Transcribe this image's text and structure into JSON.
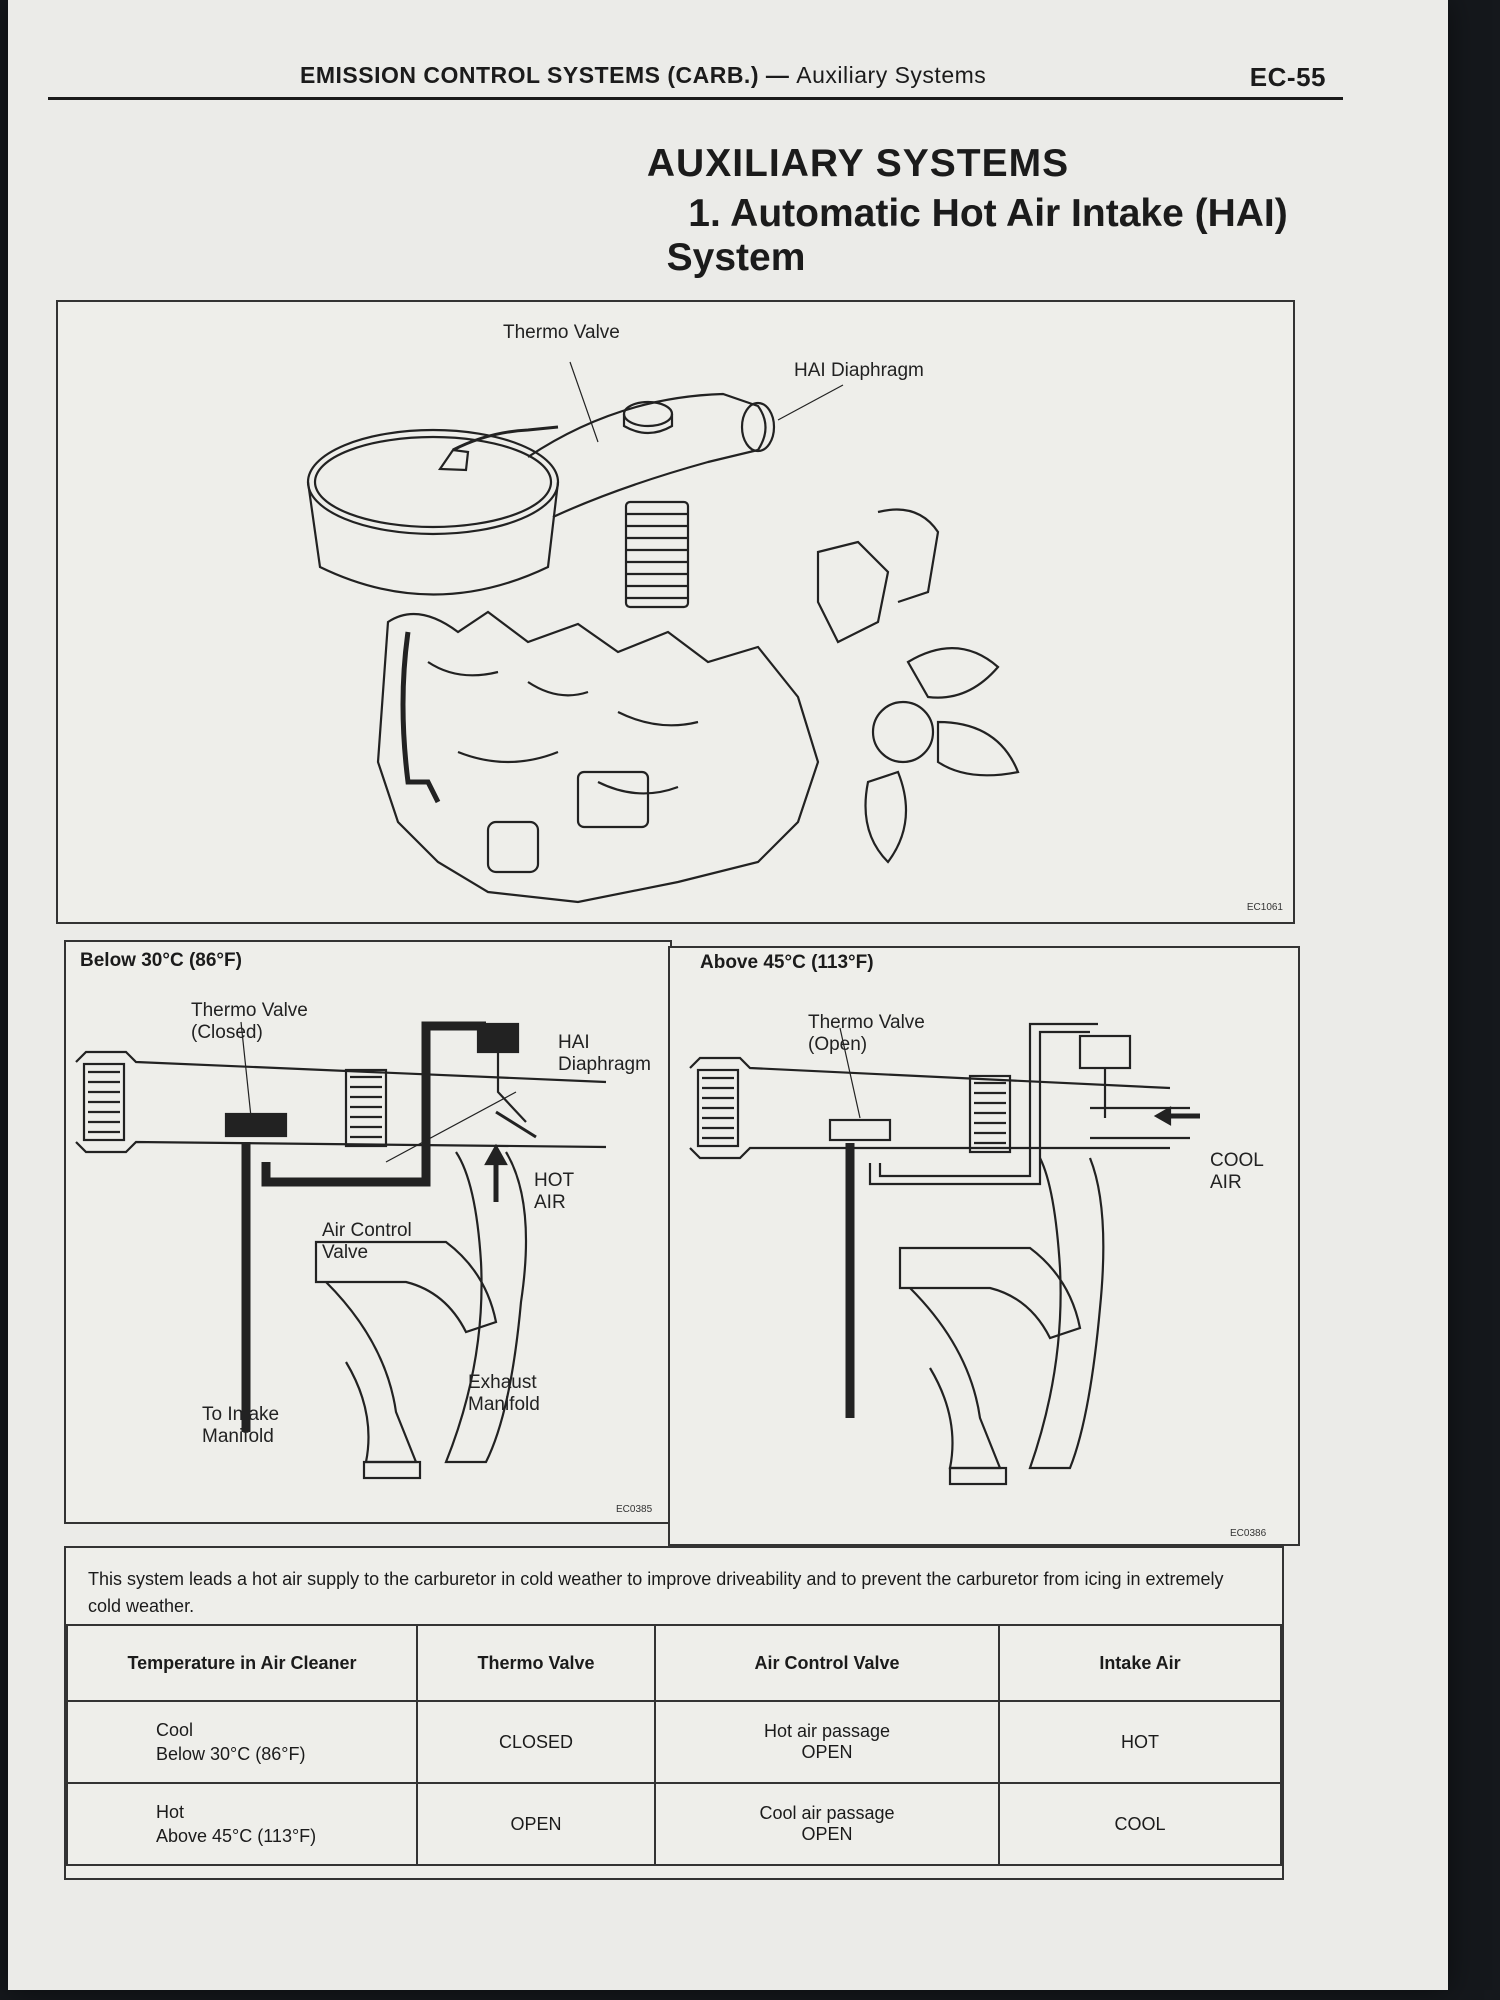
{
  "header": {
    "section": "EMISSION CONTROL SYSTEMS (CARB.)",
    "dash": "—",
    "subsection": "Auxiliary Systems",
    "page_number": "EC-55"
  },
  "title": {
    "main": "AUXILIARY SYSTEMS",
    "line1": "1. Automatic Hot Air Intake (HAI)",
    "line2": "System"
  },
  "figure_top": {
    "labels": {
      "thermo_valve": "Thermo Valve",
      "hai_diaphragm": "HAI Diaphragm"
    },
    "code": "EC1061"
  },
  "figure_cold": {
    "heading": "Below 30°C (86°F)",
    "labels": {
      "thermo_valve_1": "Thermo Valve",
      "thermo_valve_2": "(Closed)",
      "hai_1": "HAI",
      "hai_2": "Diaphragm",
      "hot_1": "HOT",
      "hot_2": "AIR",
      "acv_1": "Air Control",
      "acv_2": "Valve",
      "exhaust_1": "Exhaust",
      "exhaust_2": "Manifold",
      "intake_1": "To Intake",
      "intake_2": "Manifold"
    },
    "code": "EC0385"
  },
  "figure_hot": {
    "heading": "Above 45°C (113°F)",
    "labels": {
      "thermo_valve_1": "Thermo Valve",
      "thermo_valve_2": "(Open)",
      "cool_1": "COOL",
      "cool_2": "AIR"
    },
    "code": "EC0386"
  },
  "description": "This system leads a hot air supply to the carburetor in cold weather to improve driveability and to prevent the carburetor from icing in extremely cold weather.",
  "table": {
    "headers": [
      "Temperature in Air Cleaner",
      "Thermo Valve",
      "Air Control Valve",
      "Intake Air"
    ],
    "rows": [
      {
        "temp1": "Cool",
        "temp2": "Below 30°C (86°F)",
        "thermo": "CLOSED",
        "acv1": "Hot air passage",
        "acv2": "OPEN",
        "intake": "HOT"
      },
      {
        "temp1": "Hot",
        "temp2": "Above 45°C (113°F)",
        "thermo": "OPEN",
        "acv1": "Cool air passage",
        "acv2": "OPEN",
        "intake": "COOL"
      }
    ]
  }
}
